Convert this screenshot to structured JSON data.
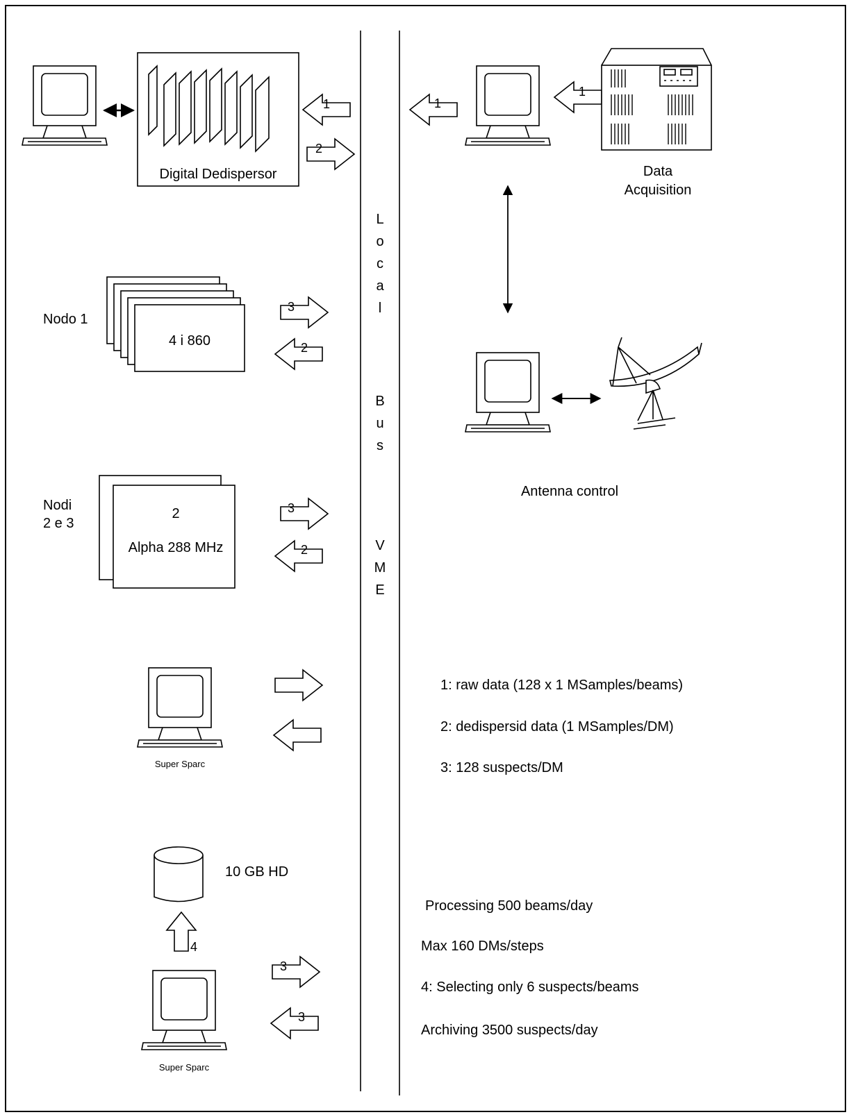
{
  "colors": {
    "stroke": "#000000",
    "background": "#ffffff"
  },
  "bus": {
    "letters": [
      "L",
      "o",
      "c",
      "a",
      "l",
      "B",
      "u",
      "s",
      "V",
      "M",
      "E"
    ]
  },
  "dedispersor": {
    "label": "Digital Dedispersor"
  },
  "data_acquisition": {
    "line1": "Data",
    "line2": "Acquisition"
  },
  "antenna": {
    "label": "Antenna  control"
  },
  "nodo1": {
    "title": "Nodo 1",
    "board_label": "4   i 860"
  },
  "nodi23": {
    "title_line1": "Nodi",
    "title_line2": "2 e 3",
    "count": "2",
    "cpu": "Alpha 288 MHz"
  },
  "workstations": {
    "sparc1": "Super Sparc",
    "sparc2": "Super Sparc"
  },
  "disk": {
    "label": "10 GB HD"
  },
  "arrows": {
    "ded_in": "1",
    "ded_out": "2",
    "acq_left": "1",
    "acq_in": "1",
    "nodo1_out": "3",
    "nodo1_in": "2",
    "nodi_out": "3",
    "nodi_in": "2",
    "disk_up": "4",
    "sparc2_out": "3",
    "sparc2_in": "3"
  },
  "legend": [
    "1:  raw data (128 x 1 MSamples/beams)",
    "2:  dedispersid data (1 MSamples/DM)",
    "3:  128 suspects/DM"
  ],
  "notes": [
    "Processing 500 beams/day",
    "Max 160 DMs/steps",
    "4:  Selecting only 6 suspects/beams",
    "Archiving 3500 suspects/day"
  ]
}
